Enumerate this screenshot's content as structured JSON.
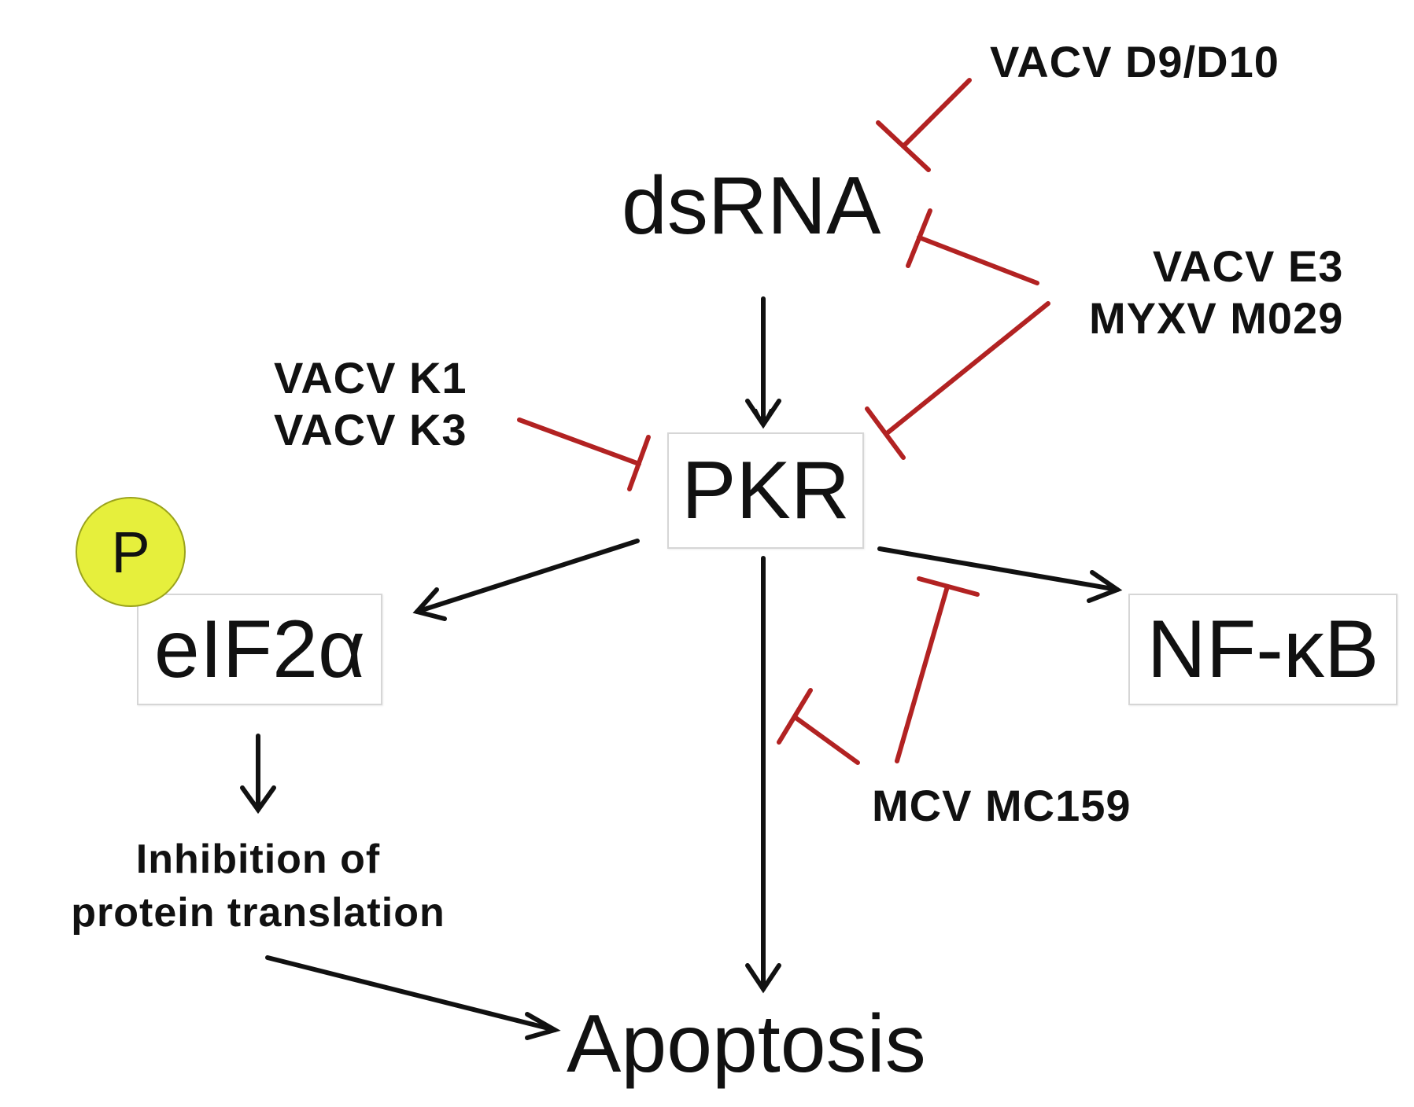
{
  "nodes": {
    "dsrna": "dsRNA",
    "pkr": "PKR",
    "eif2a": "eIF2α",
    "nfkb": "NF-κB",
    "apoptosis": "Apoptosis",
    "phospho": "P"
  },
  "inhibitors": {
    "d9d10": "VACV D9/D10",
    "e3_line1": "VACV E3",
    "e3_line2": "MYXV M029",
    "k1_line1": "VACV K1",
    "k1_line2": "VACV K3",
    "mc159": "MCV MC159"
  },
  "outcomes": {
    "translation_line1": "Inhibition of",
    "translation_line2": "protein translation"
  },
  "colors": {
    "activation": "#111111",
    "inhibition": "#b22222",
    "phospho_fill": "#e6ef3c"
  }
}
